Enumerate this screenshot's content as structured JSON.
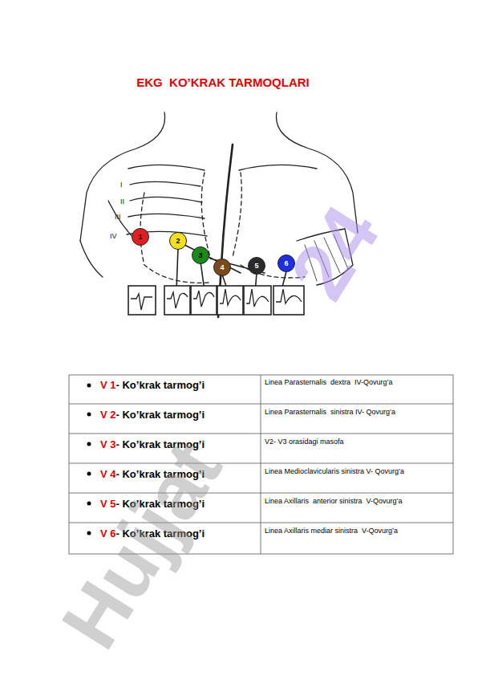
{
  "diagram": {
    "title": "EKG  KO’KRAK TARMOQLARI",
    "nodes": [
      {
        "text": [
          "1"
        ]
      },
      {
        "text": [
          "2"
        ]
      },
      {
        "text": [
          "3"
        ]
      },
      {
        "text": [
          "4"
        ]
      },
      {
        "text": [
          "5"
        ]
      },
      {
        "text": [
          "6"
        ]
      }
    ],
    "labels": [
      "I",
      "II",
      "III",
      "IV",
      "V 1- Ko’krak tarmog’i",
      "Linea Parasternalis  dextra  IV-Qovurg’a",
      "V 2- Ko’krak tarmog’i",
      "Linea Parasternalis  sinistra IV- Qovurg’a",
      "V 3- Ko’krak tarmog’i",
      "V2- V3 orasidagi masofa",
      "V 4- Ko’krak tarmog’i",
      "Linea Medioclavicularis sinistra V- Qovurg’a",
      "V 5- Ko’krak tarmog’i",
      "Linea Axillaris  anterior sinistra  V-Qovurg’a",
      "V 6- Ko’krak tarmog’i",
      "Linea Axillaris mediar sinistra  V-Qovurg’a",
      "Hujjat",
      "24"
    ]
  }
}
